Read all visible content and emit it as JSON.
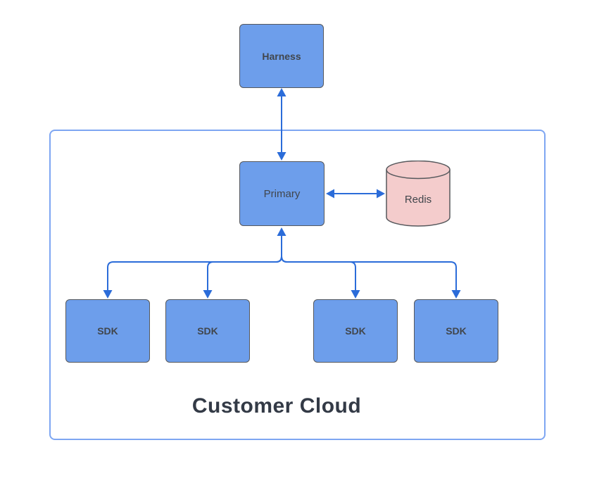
{
  "diagram": {
    "nodes": {
      "harness": "Harness",
      "primary": "Primary",
      "redis": "Redis",
      "sdks": [
        "SDK",
        "SDK",
        "SDK",
        "SDK"
      ]
    },
    "container": {
      "label": "Customer Cloud"
    },
    "edges": [
      {
        "from": "Harness",
        "to": "Primary",
        "direction": "bidirectional"
      },
      {
        "from": "Primary",
        "to": "Redis",
        "direction": "bidirectional"
      },
      {
        "from": "SDK-1",
        "to": "Primary",
        "direction": "bidirectional-tree"
      },
      {
        "from": "SDK-2",
        "to": "Primary",
        "direction": "bidirectional-tree"
      },
      {
        "from": "SDK-3",
        "to": "Primary",
        "direction": "bidirectional-tree"
      },
      {
        "from": "SDK-4",
        "to": "Primary",
        "direction": "bidirectional-tree"
      }
    ],
    "colors": {
      "node_fill": "#6D9EEB",
      "node_border": "#56585C",
      "redis_fill": "#F4CCCC",
      "connector": "#2B6CD9",
      "container_border": "#7EA6F2",
      "label_text": "#41464C",
      "title_text": "#333A46"
    }
  }
}
